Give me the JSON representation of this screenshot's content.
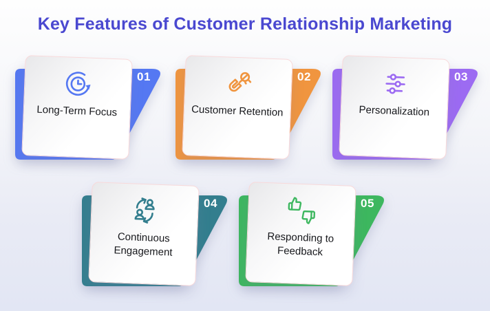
{
  "page": {
    "title": "Key Features of Customer Relationship Marketing",
    "title_color": "#4A48D0",
    "background_top": "#FEFEFE",
    "background_bottom": "#E2E6F4"
  },
  "features": [
    {
      "num": "01",
      "label": "Long-Term Focus",
      "color": "#5578F2",
      "icon": "clock-history-icon"
    },
    {
      "num": "02",
      "label": "Customer Retention",
      "color": "#F0953F",
      "icon": "magnet-icon"
    },
    {
      "num": "03",
      "label": "Personalization",
      "color": "#9C6BF2",
      "icon": "sliders-icon"
    },
    {
      "num": "04",
      "label": "Continuous Engagement",
      "color": "#337E8E",
      "icon": "people-sync-icon"
    },
    {
      "num": "05",
      "label": "Responding to Feedback",
      "color": "#3DB75F",
      "icon": "thumbs-feedback-icon"
    }
  ]
}
